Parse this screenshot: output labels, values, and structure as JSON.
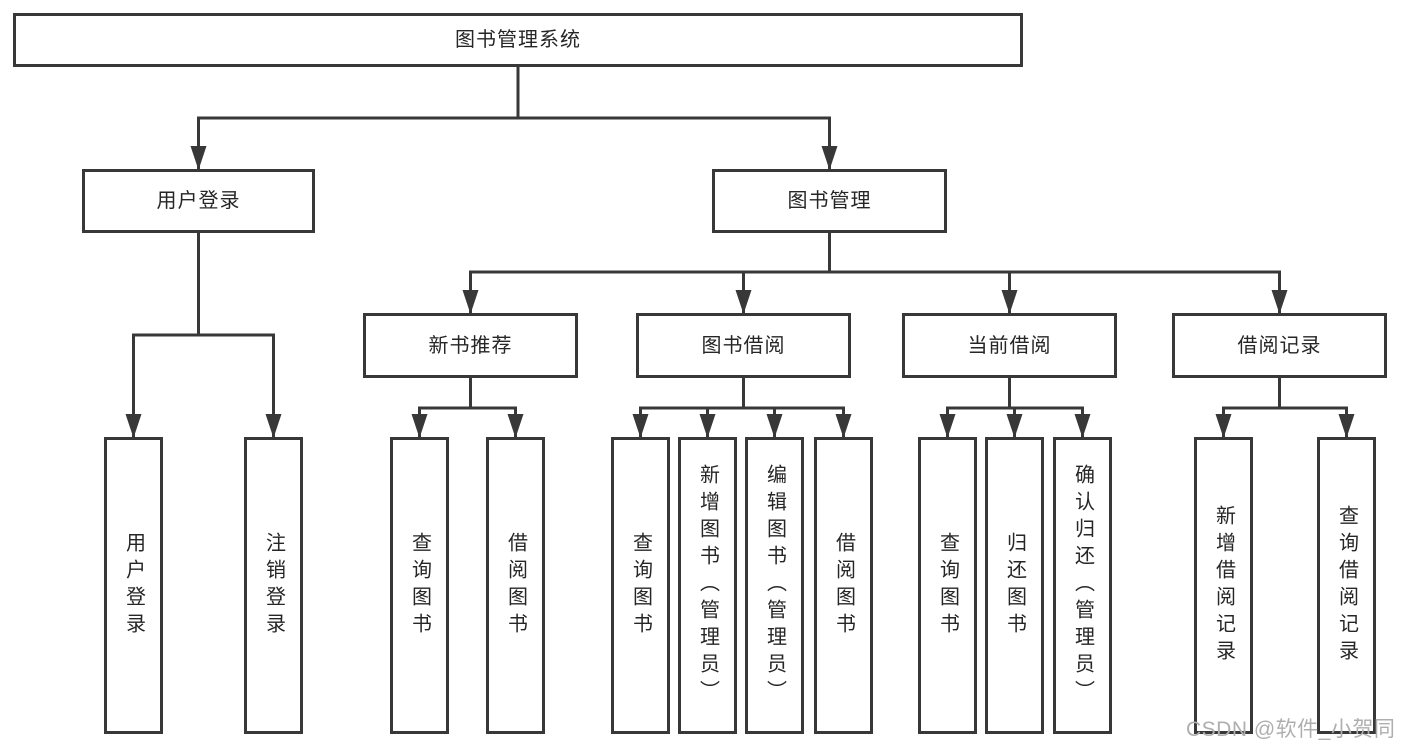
{
  "diagram_type": "function-structure-tree",
  "tree": {
    "root": {
      "label": "图书管理系统",
      "children": [
        {
          "label": "用户登录",
          "children": [
            {
              "label": "用户登录"
            },
            {
              "label": "注销登录"
            }
          ]
        },
        {
          "label": "图书管理",
          "children": [
            {
              "label": "新书推荐",
              "children": [
                {
                  "label": "查询图书"
                },
                {
                  "label": "借阅图书"
                }
              ]
            },
            {
              "label": "图书借阅",
              "children": [
                {
                  "label": "查询图书"
                },
                {
                  "label": "新增图书（管理员）"
                },
                {
                  "label": "编辑图书（管理员）"
                },
                {
                  "label": "借阅图书"
                }
              ]
            },
            {
              "label": "当前借阅",
              "children": [
                {
                  "label": "查询图书"
                },
                {
                  "label": "归还图书"
                },
                {
                  "label": "确认归还（管理员）"
                }
              ]
            },
            {
              "label": "借阅记录",
              "children": [
                {
                  "label": "新增借阅记录"
                },
                {
                  "label": "查询借阅记录"
                }
              ]
            }
          ]
        }
      ]
    }
  },
  "watermark": {
    "text": "CSDN @软件_小贺同学"
  },
  "colors": {
    "line": "#383838",
    "box_border": "#383838",
    "text": "#262626",
    "background": "#ffffff",
    "watermark": "#afafaf"
  }
}
